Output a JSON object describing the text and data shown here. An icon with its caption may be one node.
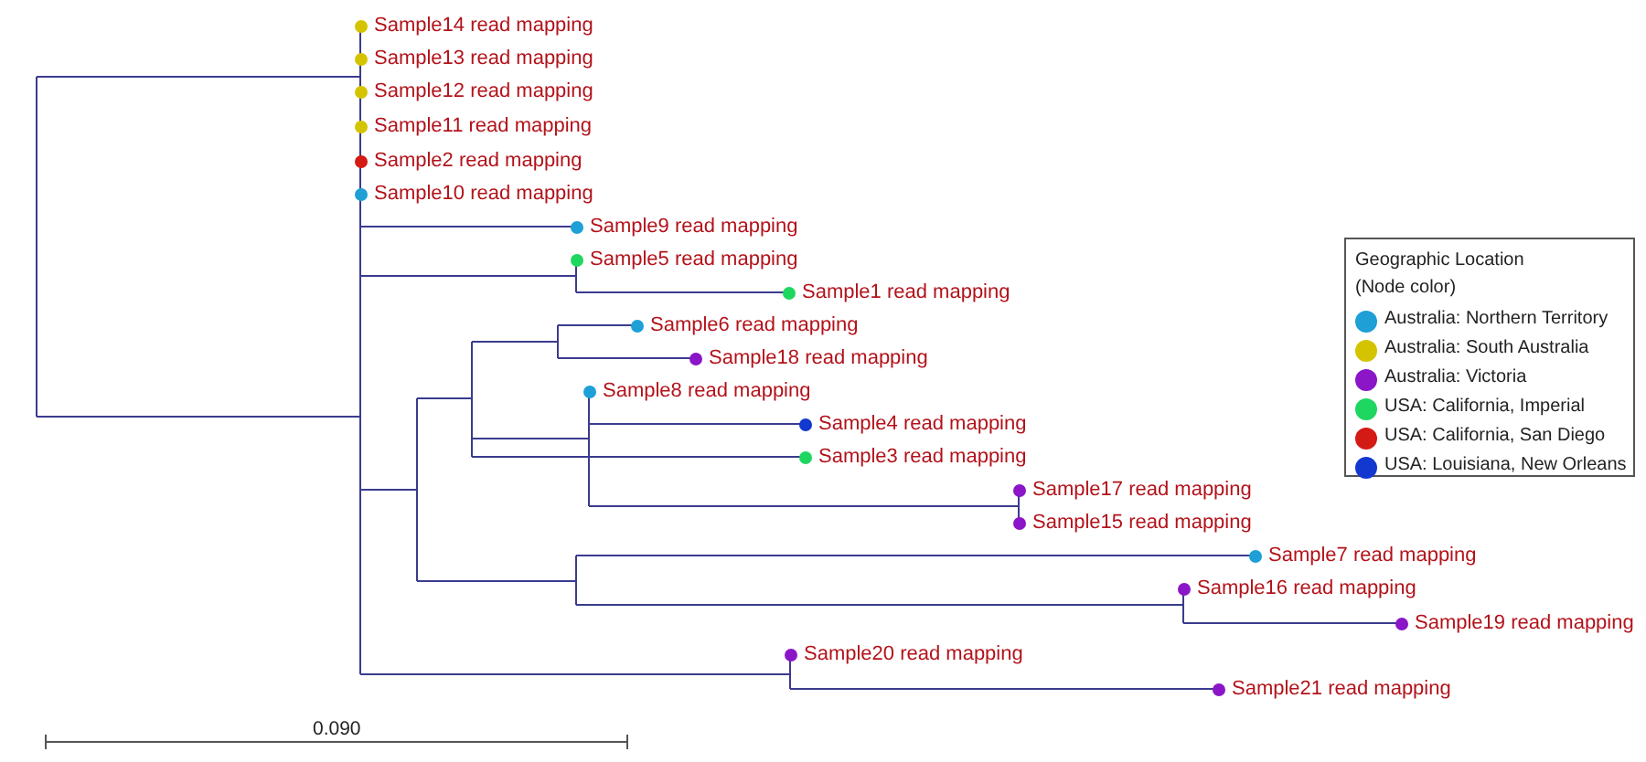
{
  "diagram": {
    "nodes": [
      {
        "text": [
          "Sample14 read mapping"
        ]
      },
      {
        "text": [
          "Sample13 read mapping"
        ]
      },
      {
        "text": [
          "Sample12 read mapping"
        ]
      },
      {
        "text": [
          "Sample11 read mapping"
        ]
      },
      {
        "text": [
          "Sample2 read mapping"
        ]
      },
      {
        "text": [
          "Sample10 read mapping"
        ]
      },
      {
        "text": [
          "Sample9 read mapping"
        ]
      },
      {
        "text": [
          "Sample5 read mapping"
        ]
      },
      {
        "text": [
          "Sample1 read mapping"
        ]
      },
      {
        "text": [
          "Sample6 read mapping"
        ]
      },
      {
        "text": [
          "Sample18 read mapping"
        ]
      },
      {
        "text": [
          "Sample8 read mapping"
        ]
      },
      {
        "text": [
          "Sample4 read mapping"
        ]
      },
      {
        "text": [
          "Sample3 read mapping"
        ]
      },
      {
        "text": [
          "Sample17 read mapping"
        ]
      },
      {
        "text": [
          "Sample15 read mapping"
        ]
      },
      {
        "text": [
          "Sample7 read mapping"
        ]
      },
      {
        "text": [
          "Sample16 read mapping"
        ]
      },
      {
        "text": [
          "Sample19 read mapping"
        ]
      },
      {
        "text": [
          "Sample20 read mapping"
        ]
      },
      {
        "text": [
          "Sample21 read mapping"
        ]
      }
    ],
    "labels": [
      "Geographic Location (Node color)",
      "0.090"
    ],
    "legend": [
      {
        "text": "Australia: Northern Territory",
        "color": "#1e9fd6"
      },
      {
        "text": "Australia: South Australia",
        "color": "#d4c400"
      },
      {
        "text": "Australia: Victoria",
        "color": "#8a16c8"
      },
      {
        "text": "USA: California, Imperial",
        "color": "#1ed760"
      },
      {
        "text": "USA: California, San Diego",
        "color": "#d41a14"
      },
      {
        "text": "USA: Louisiana, New Orleans",
        "color": "#1238d0"
      }
    ]
  }
}
